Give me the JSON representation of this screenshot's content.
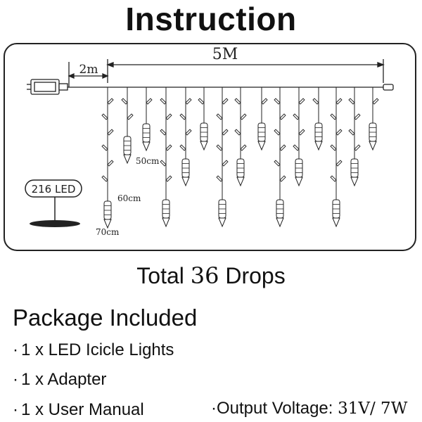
{
  "title": "Instruction",
  "diagram": {
    "total_length_label": "5M",
    "lead_length_label": "2m",
    "led_count_label": "216 LED",
    "drop_length_labels": [
      "50cm",
      "60cm",
      "70cm"
    ]
  },
  "summary": {
    "prefix": "Total",
    "count": "36",
    "suffix": "Drops"
  },
  "package": {
    "heading": "Package Included",
    "bullet": "·",
    "items": [
      "1 x LED Icicle Lights",
      "1 x Adapter",
      "1 x User Manual"
    ]
  },
  "output": {
    "label": "·Output Voltage:",
    "value": "31V/ 7W"
  }
}
